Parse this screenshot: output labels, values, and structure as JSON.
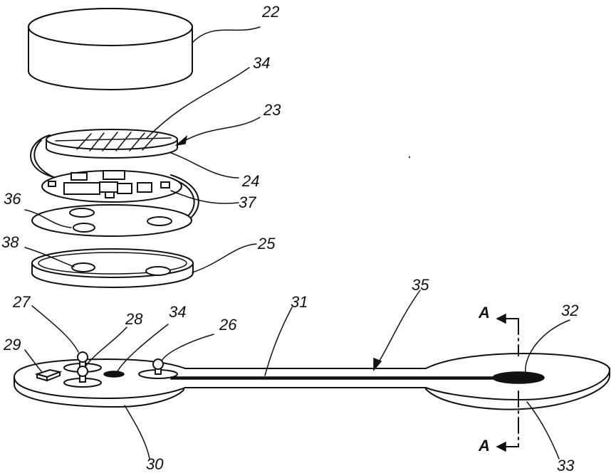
{
  "figure": {
    "labels": {
      "l22": "22",
      "l34a": "34",
      "l23": "23",
      "l24": "24",
      "l37": "37",
      "l36": "36",
      "l38": "38",
      "l25": "25",
      "l35": "35",
      "l31": "31",
      "l32": "32",
      "l27": "27",
      "l28": "28",
      "l34b": "34",
      "l26": "26",
      "l29": "29",
      "l30": "30",
      "l33": "33"
    },
    "section_marker": {
      "top": "A",
      "bottom": "A"
    }
  }
}
